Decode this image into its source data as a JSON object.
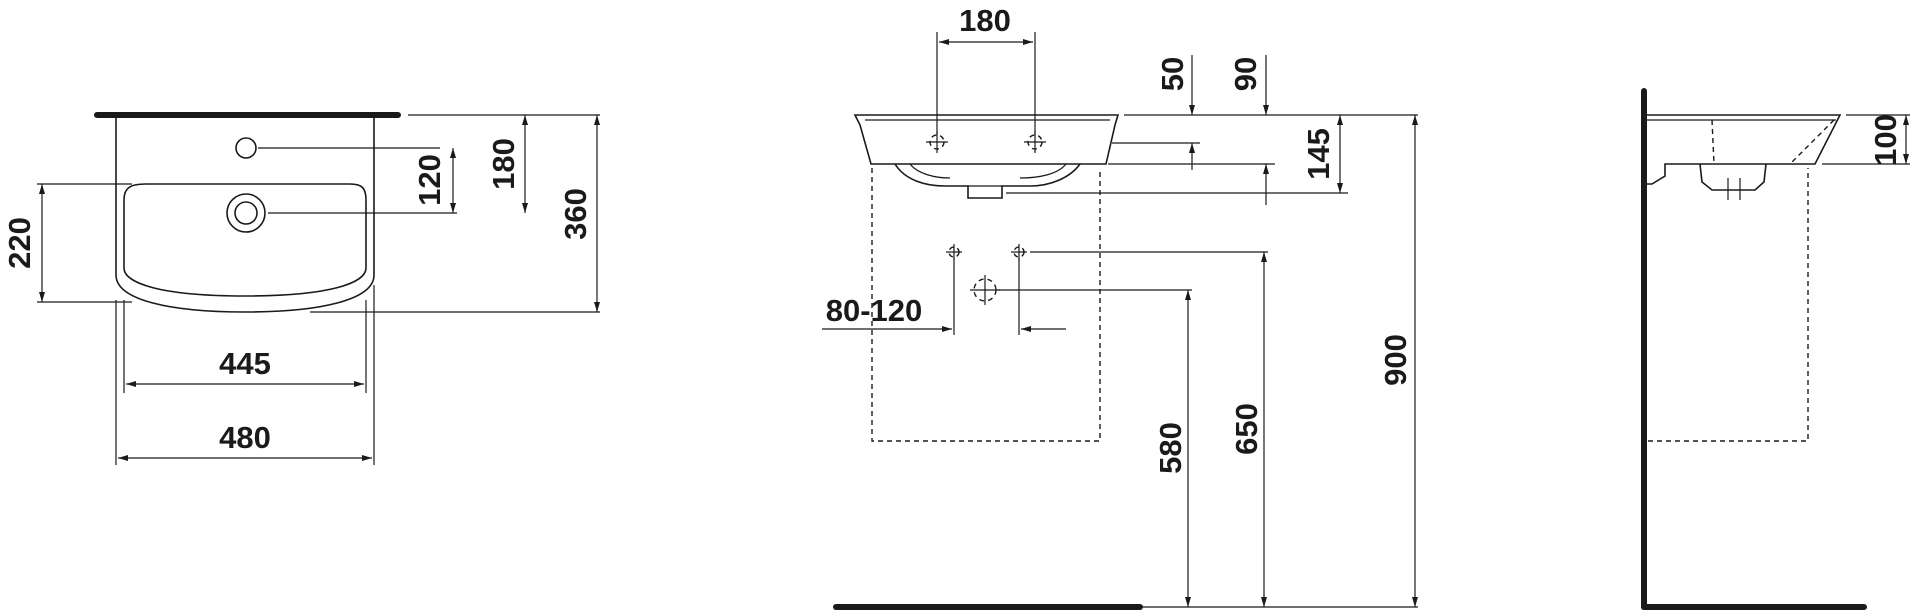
{
  "top_view": {
    "dim_basin_depth": "220",
    "dim_tap_to_basin": "120",
    "dim_tap_to_front": "180",
    "dim_total_depth": "360",
    "dim_inner_width": "445",
    "dim_outer_width": "480"
  },
  "front_view": {
    "dim_tap_spacing": "180",
    "dim_rim_thickness": "50",
    "dim_rim_to_outlet": "90",
    "dim_height_total": "145",
    "dim_trap_range": "80-120",
    "dim_waste_height": "580",
    "dim_supply_height": "650",
    "dim_rim_height": "900"
  },
  "side_view": {
    "dim_height": "100"
  }
}
